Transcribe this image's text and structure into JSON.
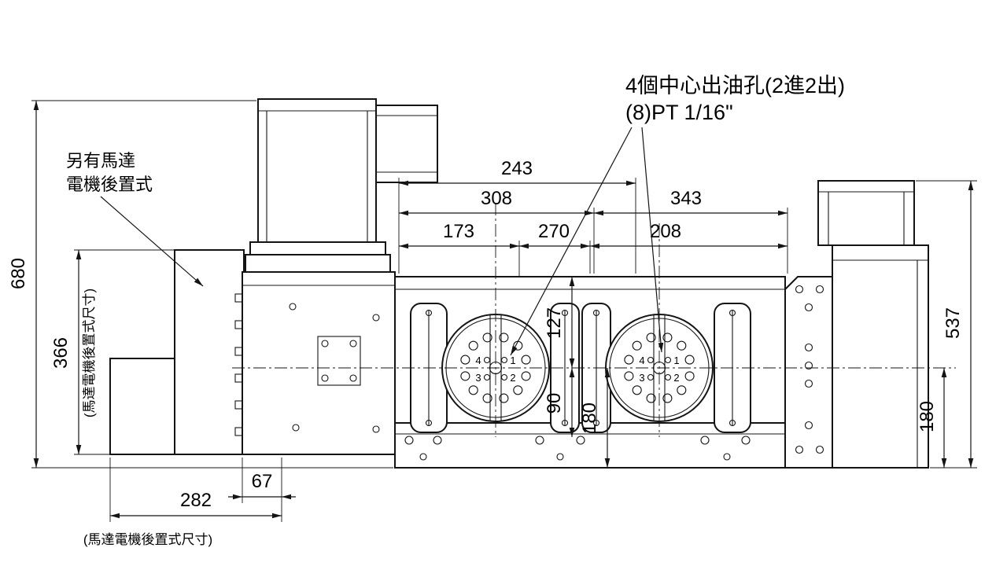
{
  "drawing": {
    "annotations": {
      "oil_ports_line1": "4個中心出油孔(2進2出)",
      "oil_ports_line2": "(8)PT 1/16\"",
      "alt_motor_line1": "另有馬達",
      "alt_motor_line2": "電機後置式",
      "alt_motor_dim_note_side": "(馬達電機後置式尺寸)",
      "alt_motor_dim_note_bottom": "(馬達電機後置式尺寸)"
    },
    "dimensions": {
      "d680": "680",
      "d366": "366",
      "d243": "243",
      "d308": "308",
      "d343": "343",
      "d173": "173",
      "d270": "270",
      "d208": "208",
      "d127": "127",
      "d90": "90",
      "d180_mid": "180",
      "d537": "537",
      "d180_right": "180",
      "d282": "282",
      "d67": "67"
    },
    "faceplate_port_numbers": {
      "p4": "4",
      "p1": "1",
      "p3": "3",
      "p2": "2"
    }
  }
}
